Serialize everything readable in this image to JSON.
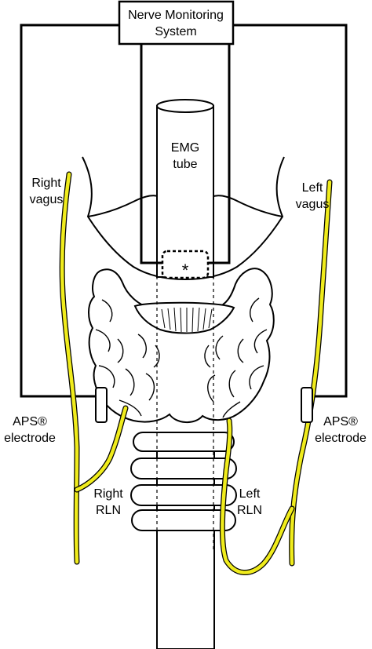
{
  "box": {
    "line1": "Nerve Monitoring",
    "line2": "System"
  },
  "tube": {
    "line1": "EMG",
    "line2": "tube",
    "asterisk": "*"
  },
  "labels": {
    "right_vagus_1": "Right",
    "right_vagus_2": "vagus",
    "left_vagus_1": "Left",
    "left_vagus_2": "vagus",
    "aps_left_1": "APS®",
    "aps_left_2": "electrode",
    "aps_right_1": "APS®",
    "aps_right_2": "electrode",
    "right_rln_1": "Right",
    "right_rln_2": "RLN",
    "left_rln_1": "Left",
    "left_rln_2": "RLN"
  },
  "colors": {
    "nerve": "#f0ec1c",
    "line": "#000000",
    "background": "#ffffff"
  }
}
